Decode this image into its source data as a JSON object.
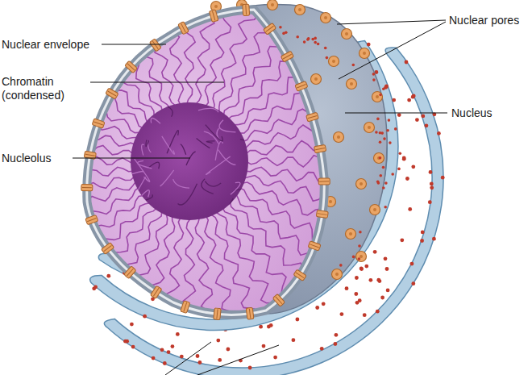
{
  "diagram": {
    "labels": [
      "Nuclear envelope",
      "Chromatin (condensed)",
      "Nucleolus",
      "Nuclear pores",
      "Nucleus"
    ]
  }
}
